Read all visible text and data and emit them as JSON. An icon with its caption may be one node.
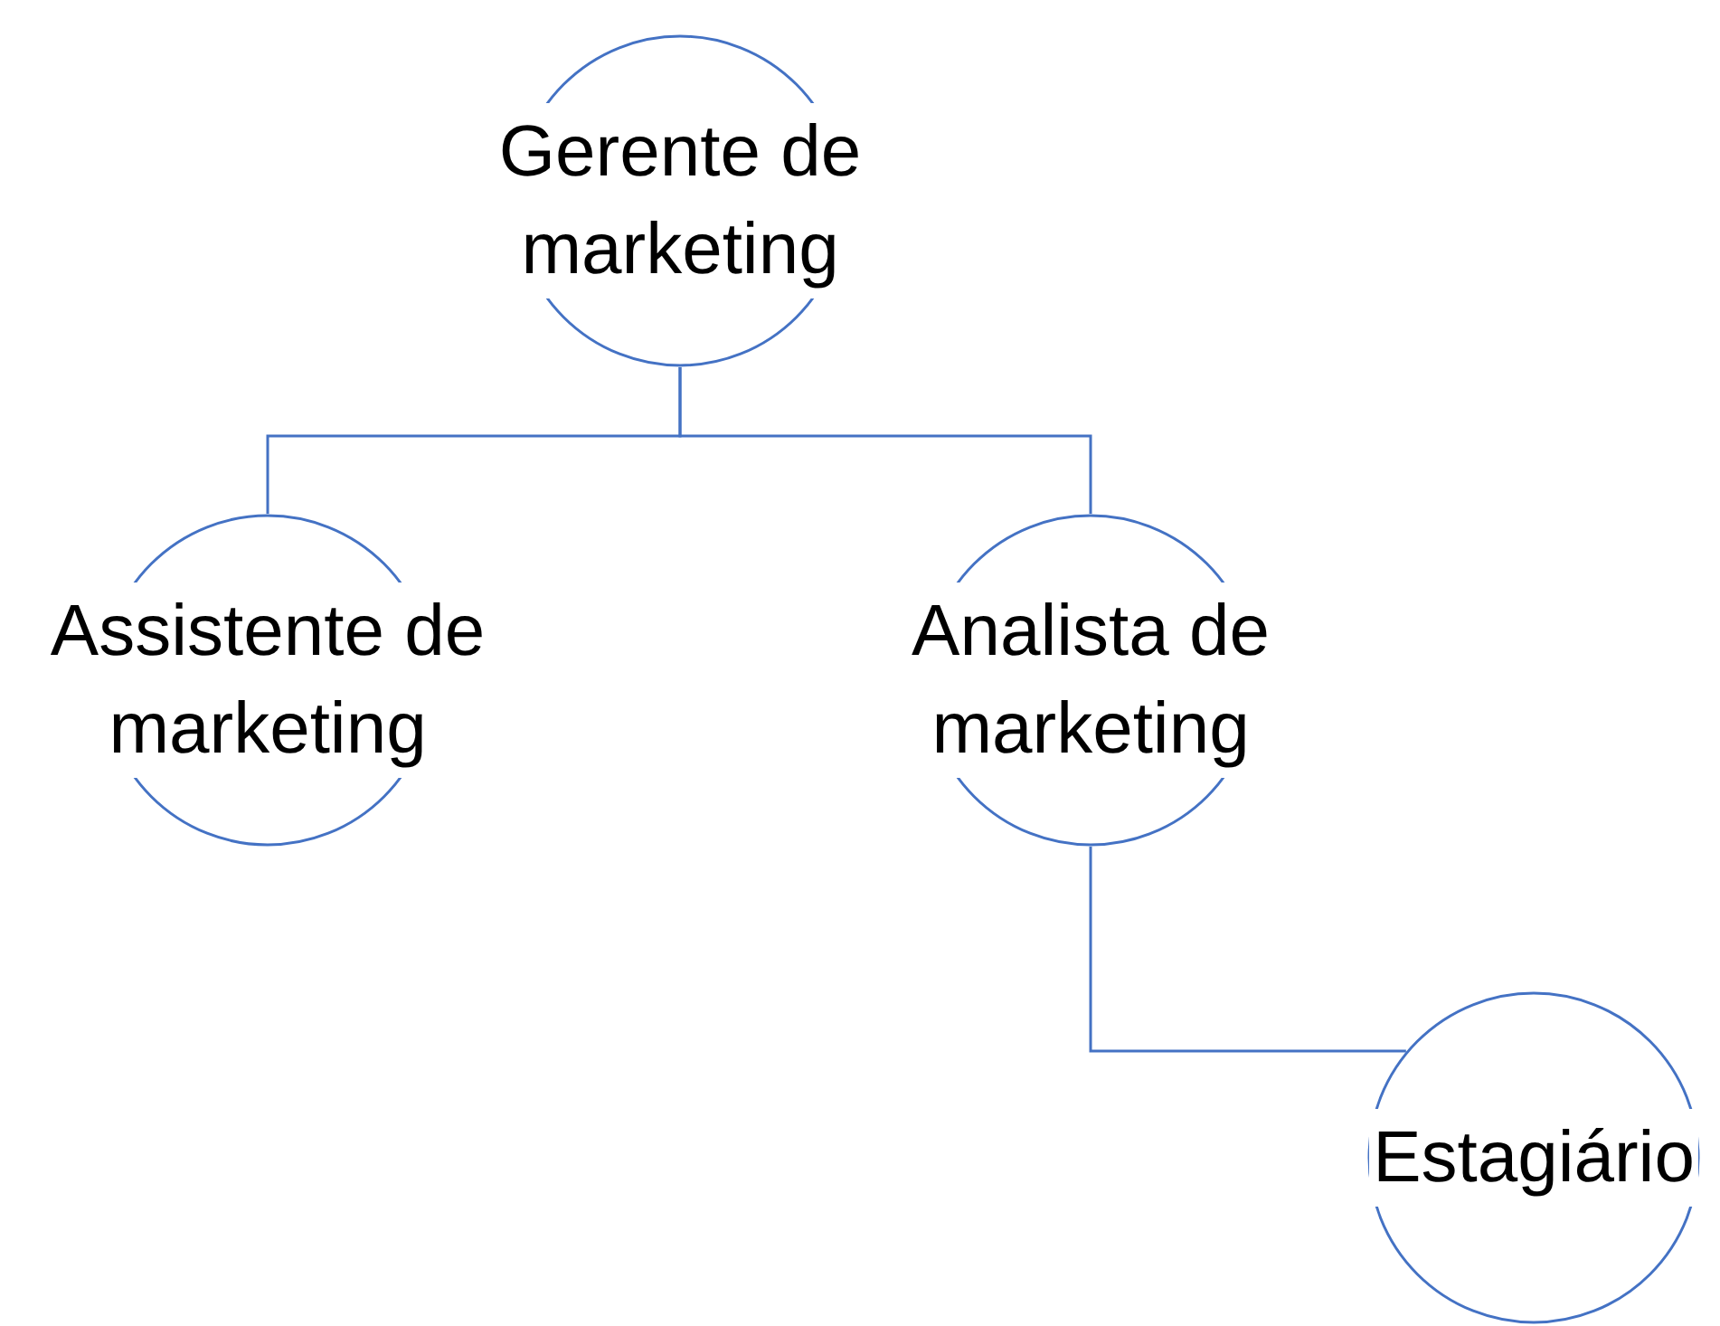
{
  "diagram": {
    "nodes": [
      {
        "text": [
          "Gerente de marketing"
        ]
      },
      {
        "text": [
          "Assistente de marketing"
        ]
      },
      {
        "text": [
          "Analista de marketing"
        ]
      },
      {
        "text": [
          "Estagiário"
        ]
      }
    ],
    "edges": [
      {
        "from": 0,
        "to": 1,
        "arrow": "none"
      },
      {
        "from": 0,
        "to": 2,
        "arrow": "none"
      },
      {
        "from": 2,
        "to": 3,
        "arrow": "none"
      }
    ]
  }
}
